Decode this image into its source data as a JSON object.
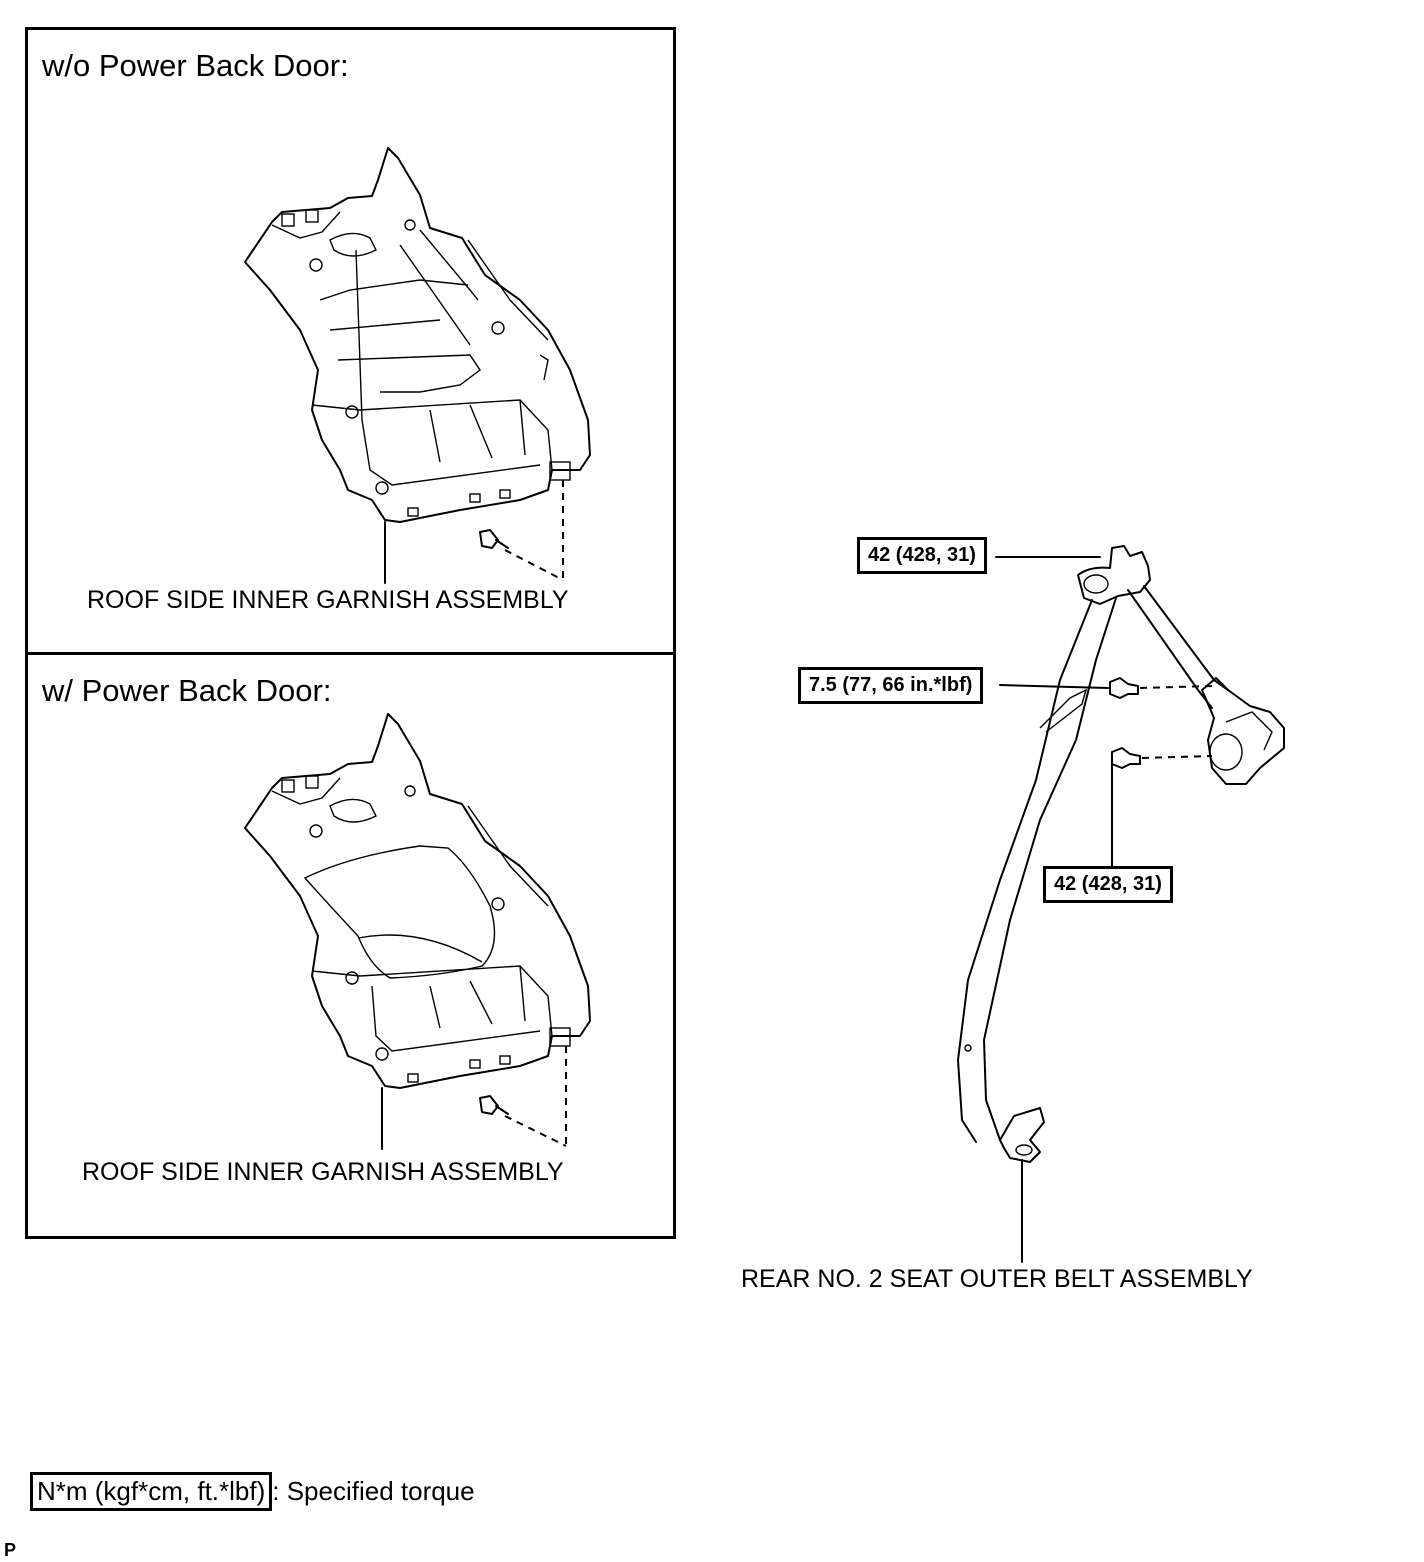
{
  "panels": [
    {
      "heading": "w/o Power Back Door:",
      "part_label": "ROOF SIDE INNER GARNISH ASSEMBLY"
    },
    {
      "heading": "w/ Power Back Door:",
      "part_label": "ROOF SIDE INNER GARNISH ASSEMBLY"
    }
  ],
  "seat_belt": {
    "part_label": "REAR NO. 2 SEAT OUTER BELT ASSEMBLY",
    "torques": [
      {
        "value": "42 (428, 31)"
      },
      {
        "value": "7.5 (77, 66 in.*lbf)"
      },
      {
        "value": "42 (428, 31)"
      }
    ]
  },
  "legend": {
    "box_text": "N*m (kgf*cm, ft.*lbf)",
    "description": ": Specified torque"
  },
  "page_marker": "P"
}
